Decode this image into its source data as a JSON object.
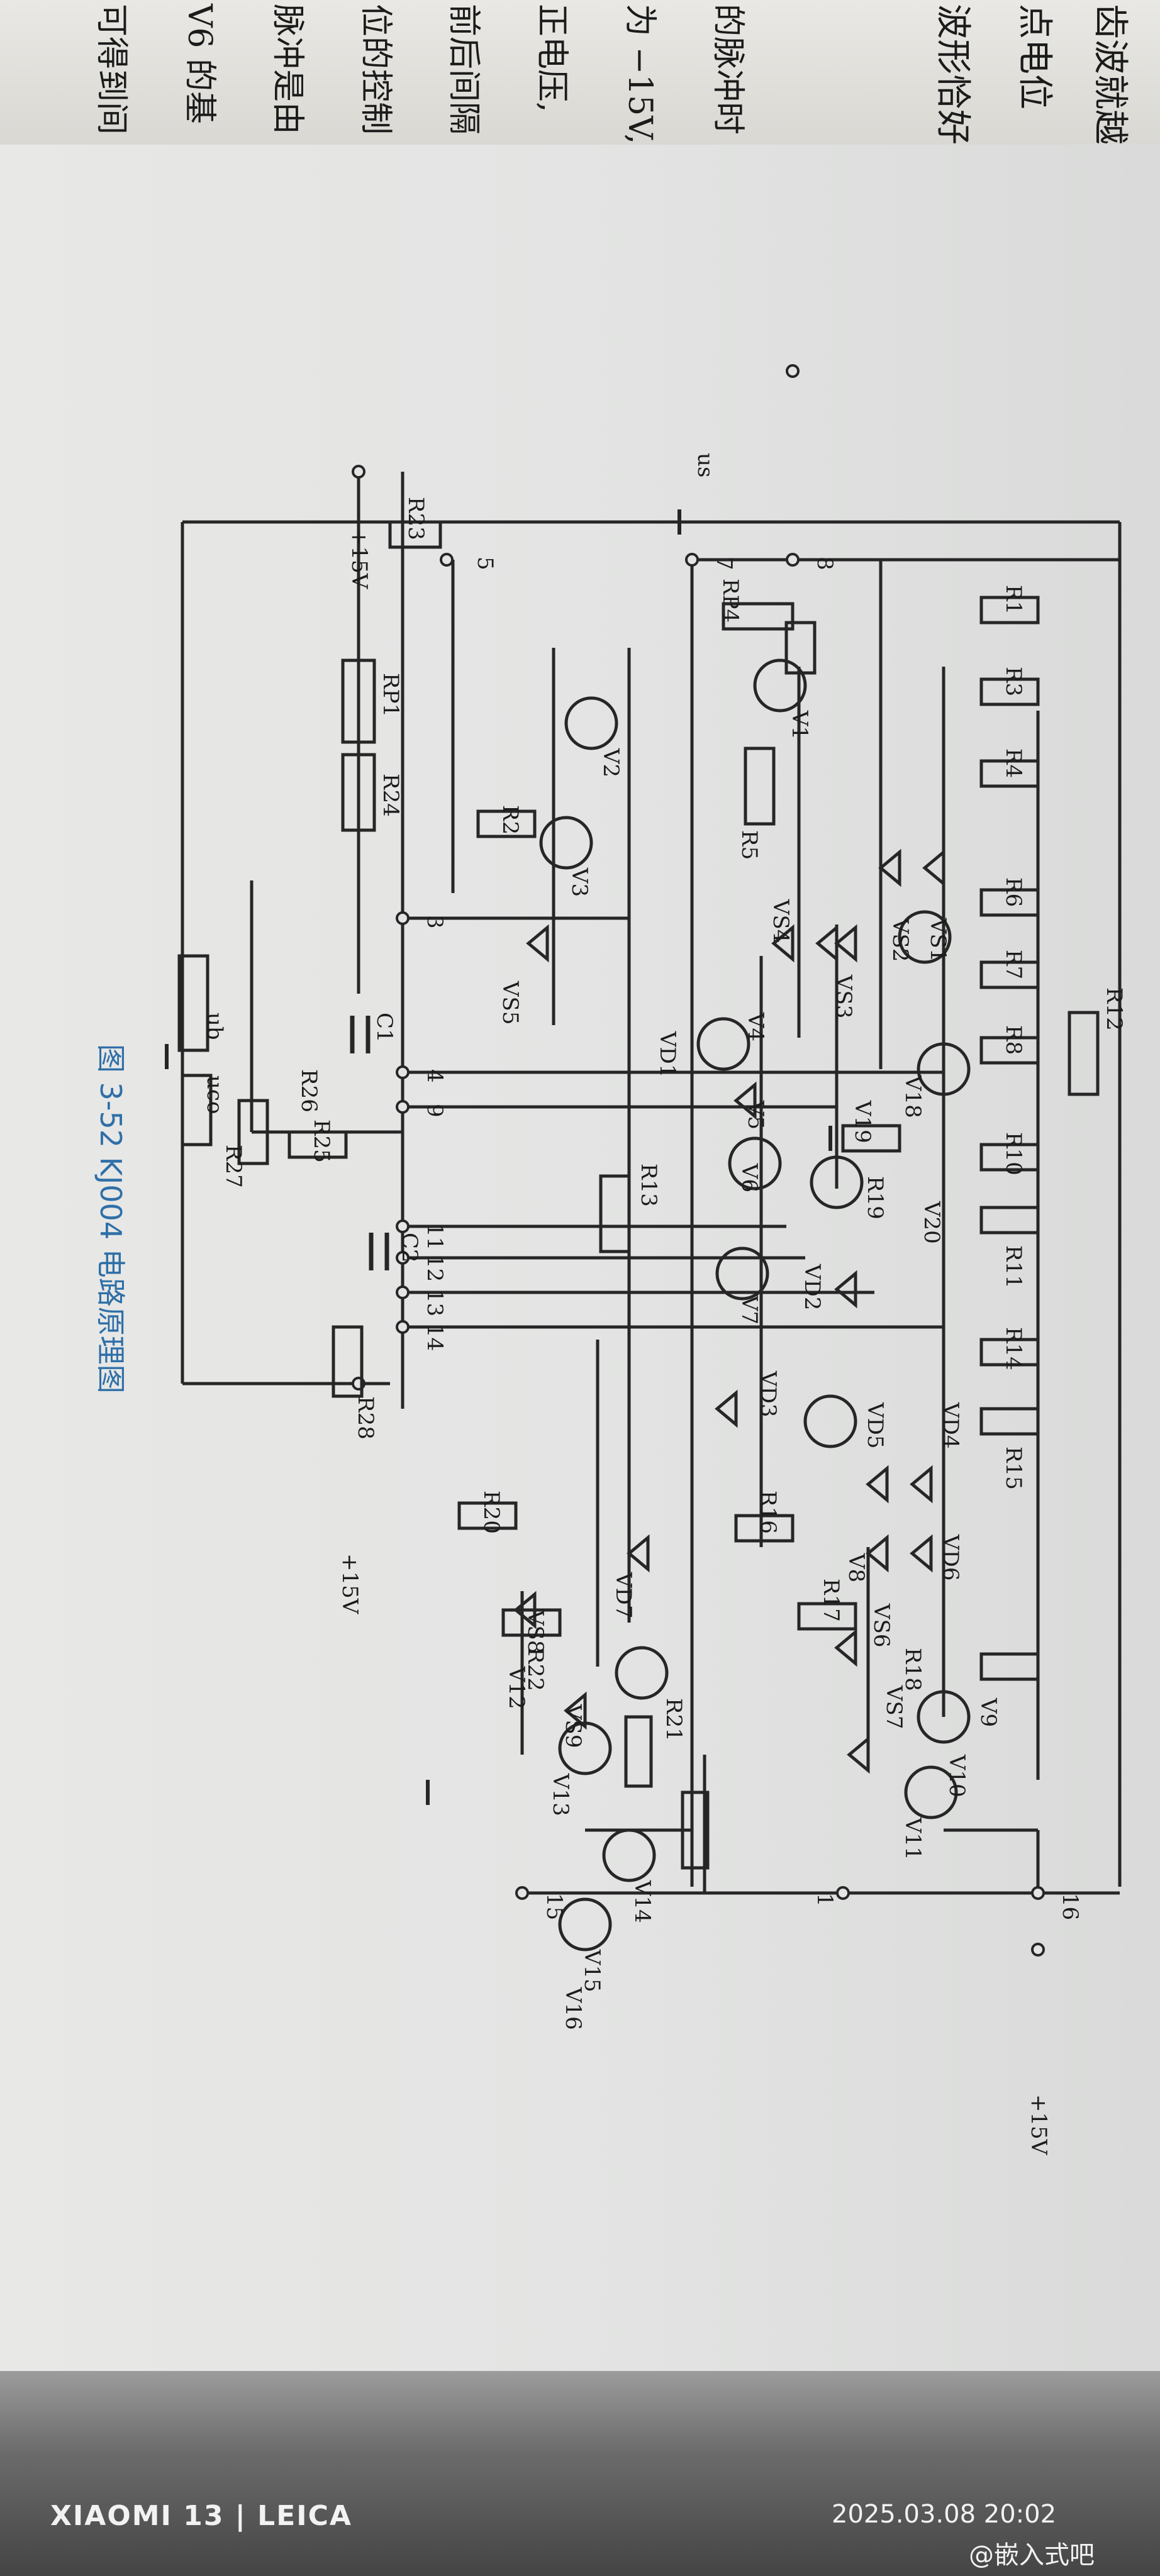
{
  "top_text": {
    "col1": [
      "波形恰好",
      "点电位",
      "齿波就越"
    ],
    "col2": [
      "的脉冲时",
      "为 −15V,",
      "正电压,",
      "前后间隔",
      "位的控制",
      "脉冲是由",
      "V6 的基",
      "可得到间"
    ]
  },
  "figure": {
    "caption": "图 3-52   KJ004 电路原理图",
    "pins": [
      "1",
      "3",
      "4",
      "5",
      "7",
      "8",
      "9",
      "11",
      "12",
      "13",
      "14",
      "15",
      "16"
    ],
    "supply_labels": [
      "+15V",
      "+15V",
      "+15V"
    ],
    "input_label": "us",
    "resistors": [
      "R1",
      "R2",
      "R3",
      "R4",
      "R5",
      "R6",
      "R7",
      "R8",
      "R10",
      "R11",
      "R12",
      "R13",
      "R14",
      "R15",
      "R16",
      "R17",
      "R18",
      "R19",
      "R20",
      "R21",
      "R22",
      "R23",
      "R24",
      "R25",
      "R26",
      "R27",
      "R28"
    ],
    "pots": [
      "RP1",
      "RP4"
    ],
    "ext_resistor": "R20",
    "transistors": [
      "V1",
      "V2",
      "V3",
      "V4",
      "V5",
      "V6",
      "V7",
      "V8",
      "V9",
      "V10",
      "V11",
      "V12",
      "V13",
      "V14",
      "V15",
      "V16",
      "V18",
      "V19",
      "V20"
    ],
    "diodes": [
      "VD1",
      "VD2",
      "VD3",
      "VD4",
      "VD5",
      "VD6",
      "VD7"
    ],
    "zeners": [
      "VS1",
      "VS2",
      "VS3",
      "VS4",
      "VS5",
      "VS6",
      "VS7",
      "VS8",
      "VS9"
    ],
    "capacitors": [
      "C1",
      "C2"
    ],
    "controls": [
      "ub",
      "uco"
    ]
  },
  "watermark": {
    "brand": "XIAOMI 13 | LEICA",
    "timestamp": "2025.03.08 20:02",
    "site": "@嵌入式吧"
  }
}
